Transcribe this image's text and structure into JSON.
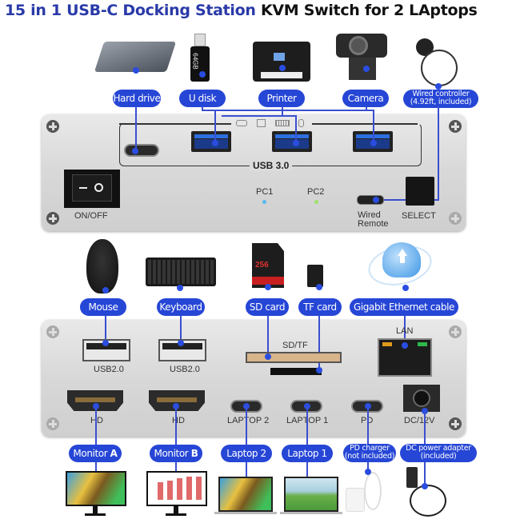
{
  "title": {
    "part1": "15 in 1 USB-C Docking Station",
    "part2": "KVM Switch for 2 LAptops",
    "colors": {
      "part1": "#2a3aa8",
      "part2": "#111111"
    }
  },
  "accent_color": "#2646d6",
  "top_devices": [
    {
      "label": "Hard drive"
    },
    {
      "label": "U disk",
      "device_text": "64GB"
    },
    {
      "label": "Printer"
    },
    {
      "label": "Camera"
    },
    {
      "label_line1": "Wired controller",
      "label_line2": "(4.92ft, included)"
    }
  ],
  "front_panel": {
    "usb_label": "USB 3.0",
    "power_label": "ON/OFF",
    "pc1_label": "PC1",
    "pc2_label": "PC2",
    "remote_label_line1": "Wired",
    "remote_label_line2": "Remote",
    "select_label": "SELECT",
    "led_colors": {
      "pc1": "#5ab8f0",
      "pc2": "#9ee06a"
    }
  },
  "mid_devices": [
    {
      "label": "Mouse"
    },
    {
      "label": "Keyboard"
    },
    {
      "label": "SD card",
      "device_text": "256"
    },
    {
      "label": "TF card"
    },
    {
      "label": "Gigabit Ethernet cable"
    }
  ],
  "back_panel": {
    "usb2_1": "USB2.0",
    "usb2_2": "USB2.0",
    "sdtf": "SD/TF",
    "lan": "LAN",
    "hd1": "HD",
    "hd2": "HD",
    "laptop2": "LAPTOP 2",
    "laptop1": "LAPTOP 1",
    "pd": "PD",
    "dc": "DC/12V"
  },
  "bottom_devices": [
    {
      "label": "Monitor",
      "suffix": "A"
    },
    {
      "label": "Monitor",
      "suffix": "B"
    },
    {
      "label": "Laptop 2"
    },
    {
      "label": "Laptop 1"
    },
    {
      "label_line1": "PD charger",
      "label_line2": "(not included)"
    },
    {
      "label_line1": "DC power adapter",
      "label_line2": "(included)"
    }
  ]
}
